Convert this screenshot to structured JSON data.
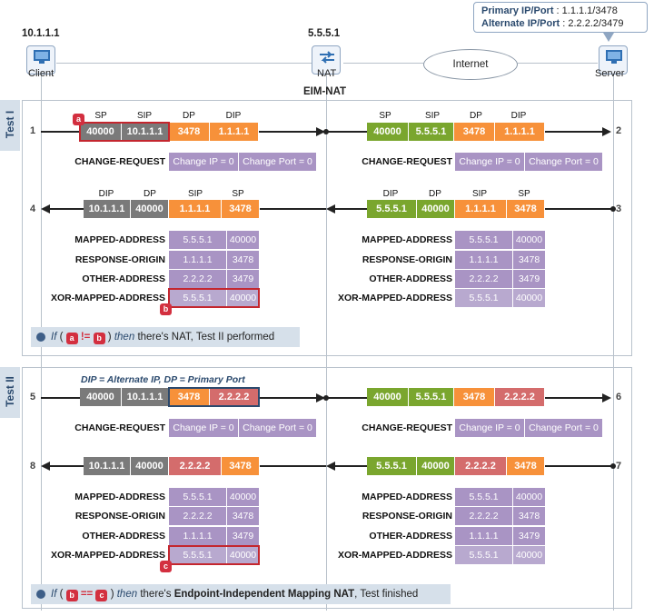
{
  "nodes": {
    "client": {
      "ip": "10.1.1.1",
      "label": "Client"
    },
    "nat": {
      "ip": "5.5.5.1",
      "label": "NAT",
      "type": "EIM-NAT"
    },
    "internet": {
      "label": "Internet"
    },
    "server": {
      "label": "Server"
    }
  },
  "server_info": {
    "primary_label": "Primary IP/Port",
    "primary_value": ": 1.1.1.1/3478",
    "alternate_label": "Alternate IP/Port",
    "alternate_value": ": 2.2.2.2/3479"
  },
  "headers": {
    "sp": "SP",
    "sip": "SIP",
    "dp": "DP",
    "dip": "DIP"
  },
  "steps": {
    "s1": "1",
    "s2": "2",
    "s3": "3",
    "s4": "4",
    "s5": "5",
    "s6": "6",
    "s7": "7",
    "s8": "8"
  },
  "badges": {
    "a": "a",
    "b": "b",
    "c": "c"
  },
  "test1": {
    "title": "Test I",
    "pkt1_left": [
      "40000",
      "10.1.1.1",
      "3478",
      "1.1.1.1"
    ],
    "pkt1_right": [
      "40000",
      "5.5.5.1",
      "3478",
      "1.1.1.1"
    ],
    "change_request_label": "CHANGE-REQUEST",
    "change_ip": "Change IP = 0",
    "change_port": "Change Port = 0",
    "pkt4_left": [
      "10.1.1.1",
      "40000",
      "1.1.1.1",
      "3478"
    ],
    "pkt3_right": [
      "5.5.5.1",
      "40000",
      "1.1.1.1",
      "3478"
    ],
    "attr_labels": [
      "MAPPED-ADDRESS",
      "RESPONSE-ORIGIN",
      "OTHER-ADDRESS",
      "XOR-MAPPED-ADDRESS"
    ],
    "attr_left": [
      [
        "5.5.5.1",
        "40000"
      ],
      [
        "1.1.1.1",
        "3478"
      ],
      [
        "2.2.2.2",
        "3479"
      ],
      [
        "5.5.5.1",
        "40000"
      ]
    ],
    "attr_right": [
      [
        "5.5.5.1",
        "40000"
      ],
      [
        "1.1.1.1",
        "3478"
      ],
      [
        "2.2.2.2",
        "3479"
      ],
      [
        "5.5.5.1",
        "40000"
      ]
    ],
    "note_if": "If",
    "note_cond_open": "(",
    "note_op": "!=",
    "note_cond_close": ")",
    "note_then": "then",
    "note_rest": "there's NAT, Test II performed"
  },
  "test2": {
    "title": "Test II",
    "hint": "DIP = Alternate IP, DP = Primary Port",
    "pkt5_left": [
      "40000",
      "10.1.1.1",
      "3478",
      "2.2.2.2"
    ],
    "pkt6_right": [
      "40000",
      "5.5.5.1",
      "3478",
      "2.2.2.2"
    ],
    "change_request_label": "CHANGE-REQUEST",
    "change_ip": "Change IP = 0",
    "change_port": "Change Port = 0",
    "pkt8_left": [
      "10.1.1.1",
      "40000",
      "2.2.2.2",
      "3478"
    ],
    "pkt7_right": [
      "5.5.5.1",
      "40000",
      "2.2.2.2",
      "3478"
    ],
    "attr_labels": [
      "MAPPED-ADDRESS",
      "RESPONSE-ORIGIN",
      "OTHER-ADDRESS",
      "XOR-MAPPED-ADDRESS"
    ],
    "attr_left": [
      [
        "5.5.5.1",
        "40000"
      ],
      [
        "2.2.2.2",
        "3478"
      ],
      [
        "1.1.1.1",
        "3479"
      ],
      [
        "5.5.5.1",
        "40000"
      ]
    ],
    "attr_right": [
      [
        "5.5.5.1",
        "40000"
      ],
      [
        "2.2.2.2",
        "3478"
      ],
      [
        "1.1.1.1",
        "3479"
      ],
      [
        "5.5.5.1",
        "40000"
      ]
    ],
    "note_if": "If",
    "note_cond_open": "(",
    "note_op": "==",
    "note_cond_close": ")",
    "note_then": "then",
    "note_mid": "there's",
    "note_bold": "Endpoint-Independent Mapping NAT",
    "note_rest": ", Test finished"
  },
  "colors": {
    "accent": "#2b4a6e",
    "orange": "#f7913a",
    "green": "#7aa62e",
    "gray": "#7a7a7a",
    "red": "#d46c6c",
    "purple": "#a994c4",
    "badge": "#d32f3f"
  }
}
